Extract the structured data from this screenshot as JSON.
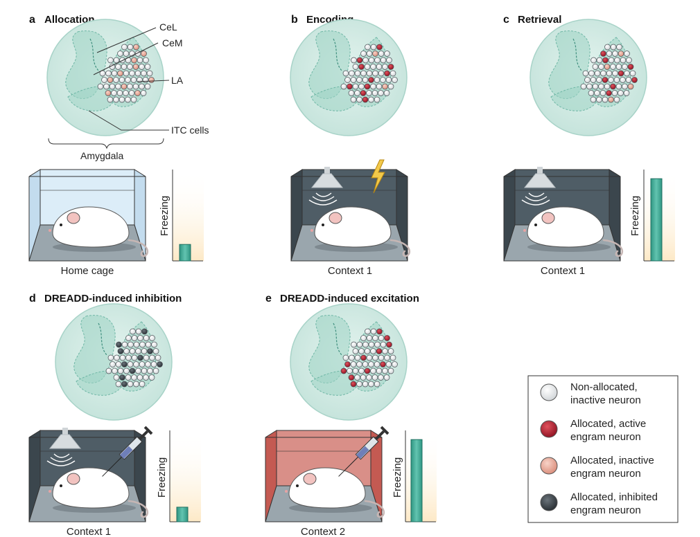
{
  "panels": [
    {
      "letter": "a",
      "title": "Allocation",
      "context": "Home cage"
    },
    {
      "letter": "b",
      "title": "Encoding",
      "context": "Context 1"
    },
    {
      "letter": "c",
      "title": "Retrieval",
      "context": "Context 1"
    },
    {
      "letter": "d",
      "title": "DREADD-induced inhibition",
      "context": "Context 1"
    },
    {
      "letter": "e",
      "title": "DREADD-induced excitation",
      "context": "Context 2"
    }
  ],
  "anatomy_labels": {
    "cel": "CeL",
    "cem": "CeM",
    "la": "LA",
    "itc": "ITC cells",
    "amygdala": "Amygdala"
  },
  "freezing_label": "Freezing",
  "freezing_levels": {
    "a": 0.18,
    "c": 0.9,
    "d": 0.16,
    "e": 0.9
  },
  "legend": [
    {
      "line1": "Non-allocated,",
      "line2": "inactive neuron",
      "color": "#f4f5f6"
    },
    {
      "line1": "Allocated, active",
      "line2": "engram neuron",
      "color": "#b51e2e"
    },
    {
      "line1": "Allocated, inactive",
      "line2": "engram neuron",
      "color": "#e9a593"
    },
    {
      "line1": "Allocated, inhibited",
      "line2": "engram neuron",
      "color": "#3a4249"
    }
  ],
  "colors": {
    "bubble": "#cfe9e2",
    "bubble_edge": "#a8d3c8",
    "nucleus": "#9fd3c4",
    "bar": "#3fae98",
    "cage_home": "#dcedf8",
    "cage_dark": "#4f5d66",
    "cage_red": "#d98f88",
    "floor": "#9aa6ad"
  }
}
